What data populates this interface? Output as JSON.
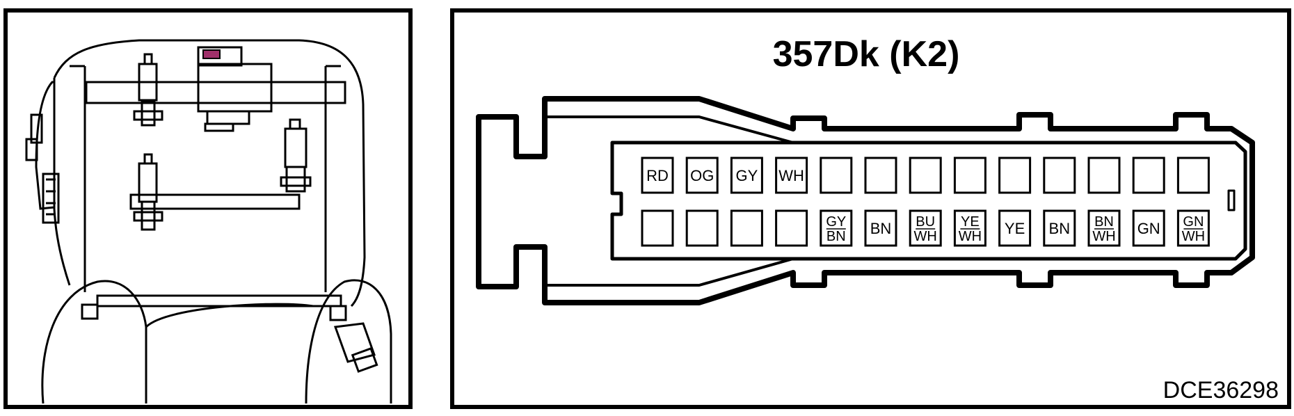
{
  "connector": {
    "title": "357Dk (K2)",
    "rows": [
      [
        {
          "lines": [
            "RD"
          ]
        },
        {
          "lines": [
            "OG"
          ]
        },
        {
          "lines": [
            "GY"
          ]
        },
        {
          "lines": [
            "WH"
          ]
        },
        {
          "lines": []
        },
        {
          "lines": []
        },
        {
          "lines": []
        },
        {
          "lines": []
        },
        {
          "lines": []
        },
        {
          "lines": []
        },
        {
          "lines": []
        },
        {
          "lines": []
        },
        {
          "lines": []
        }
      ],
      [
        {
          "lines": []
        },
        {
          "lines": []
        },
        {
          "lines": []
        },
        {
          "lines": []
        },
        {
          "lines": [
            "GY",
            "BN"
          ]
        },
        {
          "lines": [
            "BN"
          ]
        },
        {
          "lines": [
            "BU",
            "WH"
          ]
        },
        {
          "lines": [
            "YE",
            "WH"
          ]
        },
        {
          "lines": [
            "YE"
          ]
        },
        {
          "lines": [
            "BN"
          ]
        },
        {
          "lines": [
            "BN",
            "WH"
          ]
        },
        {
          "lines": [
            "GN"
          ]
        },
        {
          "lines": [
            "GN",
            "WH"
          ]
        }
      ]
    ]
  },
  "figure_code": "DCE36298",
  "colors": {
    "accent_magenta": "#a0306a"
  }
}
